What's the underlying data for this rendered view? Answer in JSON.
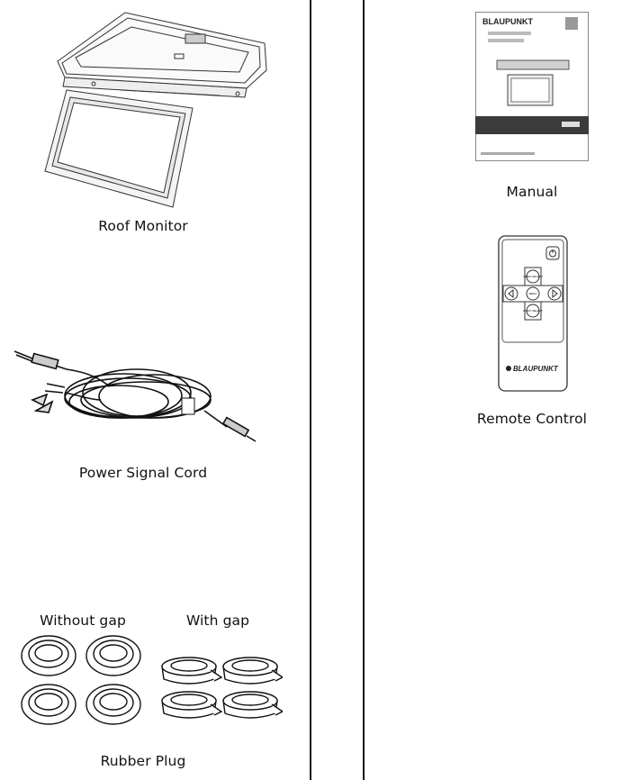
{
  "items": {
    "roof_monitor": {
      "label": "Roof Monitor",
      "icon": "roof-monitor-illustration"
    },
    "power_signal_cord": {
      "label": "Power Signal Cord",
      "icon": "power-cord-illustration"
    },
    "rubber_plug": {
      "label": "Rubber Plug",
      "without_gap_label": "Without gap",
      "with_gap_label": "With gap",
      "icon": "rubber-plug-illustration"
    },
    "manual": {
      "label": "Manual",
      "icon": "manual-booklet-illustration",
      "cover_brand": "BLAUPUNKT"
    },
    "remote_control": {
      "label": "Remote Control",
      "icon": "remote-control-illustration",
      "brand": "BLAUPUNKT",
      "buttons": [
        "VIDEO SELECT",
        "MENU",
        "AUDIO SELECT"
      ]
    }
  }
}
